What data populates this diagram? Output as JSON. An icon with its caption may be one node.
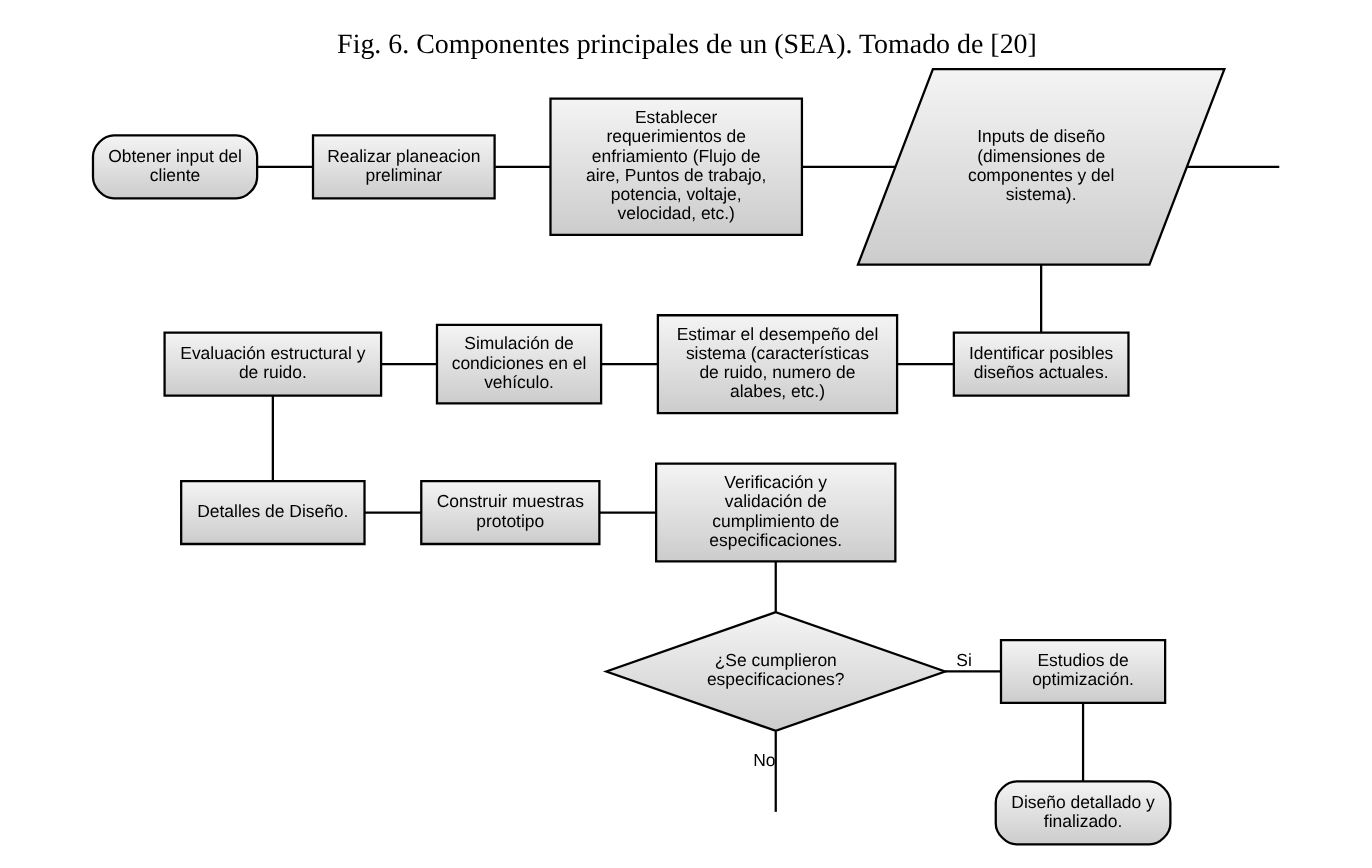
{
  "diagram": {
    "title": "Fig. 6. Componentes principales de un (SEA). Tomado de [20]",
    "nodes": [
      {
        "text": [
          "Obtener input del cliente"
        ]
      },
      {
        "text": [
          "Realizar planeacion preliminar"
        ]
      },
      {
        "text": [
          "Establecer requerimientos de enfriamiento (Flujo de aire, Puntos de trabajo, potencia, voltaje, velocidad, etc.)"
        ]
      },
      {
        "text": [
          "Inputs de diseño (dimensiones de componentes y del sistema)."
        ]
      },
      {
        "text": [
          "Identificar posibles diseños actuales."
        ]
      },
      {
        "text": [
          "Estimar el desempeño del sistema (características de ruido, numero de alabes, etc.)"
        ]
      },
      {
        "text": [
          "Simulación de condiciones en el vehículo."
        ]
      },
      {
        "text": [
          "Evaluación estructural y de ruido."
        ]
      },
      {
        "text": [
          "Detalles de Diseño."
        ]
      },
      {
        "text": [
          "Construir muestras prototipo"
        ]
      },
      {
        "text": [
          "Verificación y validación de cumplimiento de especificaciones."
        ]
      },
      {
        "text": [
          "¿Se cumplieron especificaciones?"
        ]
      },
      {
        "text": [
          "Estudios de optimización."
        ]
      },
      {
        "text": [
          "Diseño detallado y finalizado."
        ]
      }
    ],
    "edges": [
      {
        "from": 0,
        "to": 1,
        "arrow": "none"
      },
      {
        "from": 1,
        "to": 2,
        "arrow": "none"
      },
      {
        "from": 2,
        "to": 3,
        "arrow": "none"
      },
      {
        "from": 3,
        "to": null,
        "arrow": "none"
      },
      {
        "from": 3,
        "to": 4,
        "arrow": "none"
      },
      {
        "from": 4,
        "to": 5,
        "arrow": "none"
      },
      {
        "from": 5,
        "to": 6,
        "arrow": "none"
      },
      {
        "from": 6,
        "to": 7,
        "arrow": "none"
      },
      {
        "from": 7,
        "to": 8,
        "arrow": "none"
      },
      {
        "from": 8,
        "to": 9,
        "arrow": "none"
      },
      {
        "from": 9,
        "to": 10,
        "arrow": "none"
      },
      {
        "from": 10,
        "to": 11,
        "arrow": "none"
      },
      {
        "from": 11,
        "to": 12,
        "label": "Si",
        "arrow": "none"
      },
      {
        "from": 12,
        "to": 13,
        "arrow": "none"
      },
      {
        "from": 11,
        "to": null,
        "label": "No",
        "arrow": "none"
      }
    ]
  }
}
